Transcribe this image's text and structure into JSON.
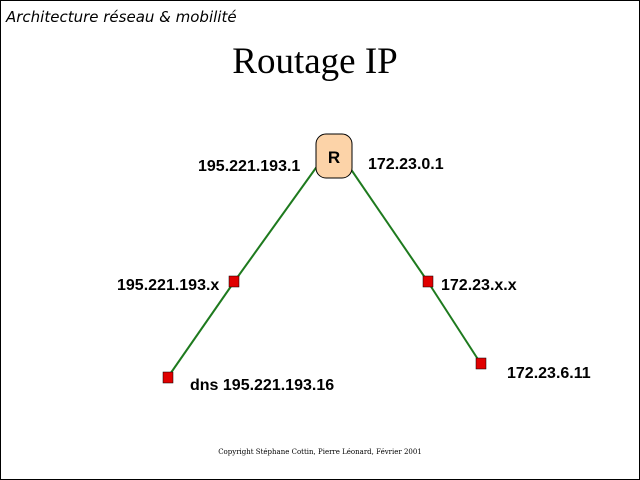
{
  "header": {
    "course_title": "Architecture réseau & mobilité"
  },
  "slide": {
    "title": "Routage IP"
  },
  "diagram": {
    "router": {
      "label": "R",
      "left_interface": "195.221.193.1",
      "right_interface": "172.23.0.1"
    },
    "left_network": {
      "node_label": "195.221.193.x",
      "host_label": "dns 195.221.193.16"
    },
    "right_network": {
      "node_label": "172.23.x.x",
      "host_label": "172.23.6.11"
    },
    "colors": {
      "link": "#1e7a1e",
      "node": "#e00000",
      "router_fill": "#fcd3a8"
    }
  },
  "footer": {
    "copyright": "Copyright Stéphane Cottin, Pierre Léonard, Février 2001"
  }
}
